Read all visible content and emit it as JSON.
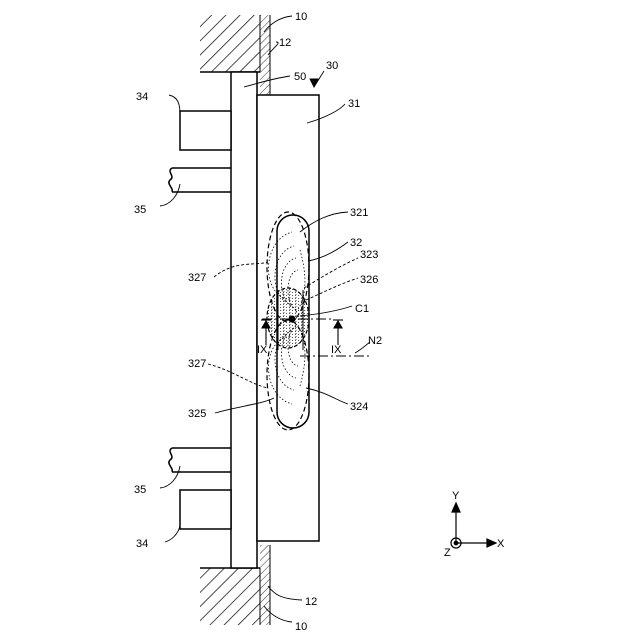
{
  "labels": {
    "ref_10_top": "10",
    "ref_12_top": "12",
    "ref_50": "50",
    "ref_30": "30",
    "ref_31": "31",
    "ref_34_top": "34",
    "ref_35_top": "35",
    "ref_321": "321",
    "ref_32": "32",
    "ref_323": "323",
    "ref_326": "326",
    "ref_327_top": "327",
    "ref_c1": "C1",
    "ref_ix_left": "IX",
    "ref_ix_right": "IX",
    "ref_n2": "N2",
    "ref_327_bottom": "327",
    "ref_325": "325",
    "ref_324": "324",
    "ref_35_bottom": "35",
    "ref_34_bottom": "34",
    "ref_12_bottom": "12",
    "ref_10_bottom": "10"
  },
  "axes": {
    "y": "Y",
    "x": "X",
    "z": "Z"
  }
}
